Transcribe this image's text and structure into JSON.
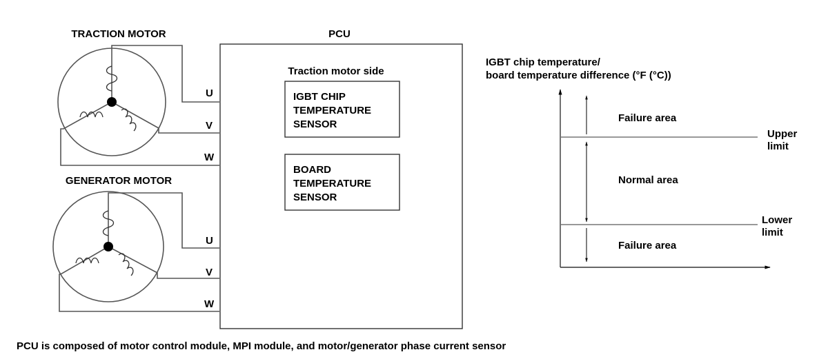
{
  "traction_motor": {
    "title": "TRACTION MOTOR",
    "terminals": [
      "U",
      "V",
      "W"
    ]
  },
  "generator_motor": {
    "title": "GENERATOR MOTOR",
    "terminals": [
      "U",
      "V",
      "W"
    ]
  },
  "pcu": {
    "title": "PCU",
    "side_label": "Traction motor side",
    "igbt_sensor": [
      "IGBT CHIP",
      "TEMPERATURE",
      "SENSOR"
    ],
    "board_sensor": [
      "BOARD",
      "TEMPERATURE",
      "SENSOR"
    ]
  },
  "graph": {
    "ylabel": [
      "IGBT chip temperature/",
      "board temperature difference (°F (°C))"
    ],
    "upper_limit": [
      "Upper",
      "limit"
    ],
    "lower_limit": [
      "Lower",
      "limit"
    ],
    "failure_area_top": "Failure area",
    "normal_area": "Normal area",
    "failure_area_bottom": "Failure area"
  },
  "caption": "PCU is composed of motor control module, MPI module, and motor/generator phase current sensor"
}
